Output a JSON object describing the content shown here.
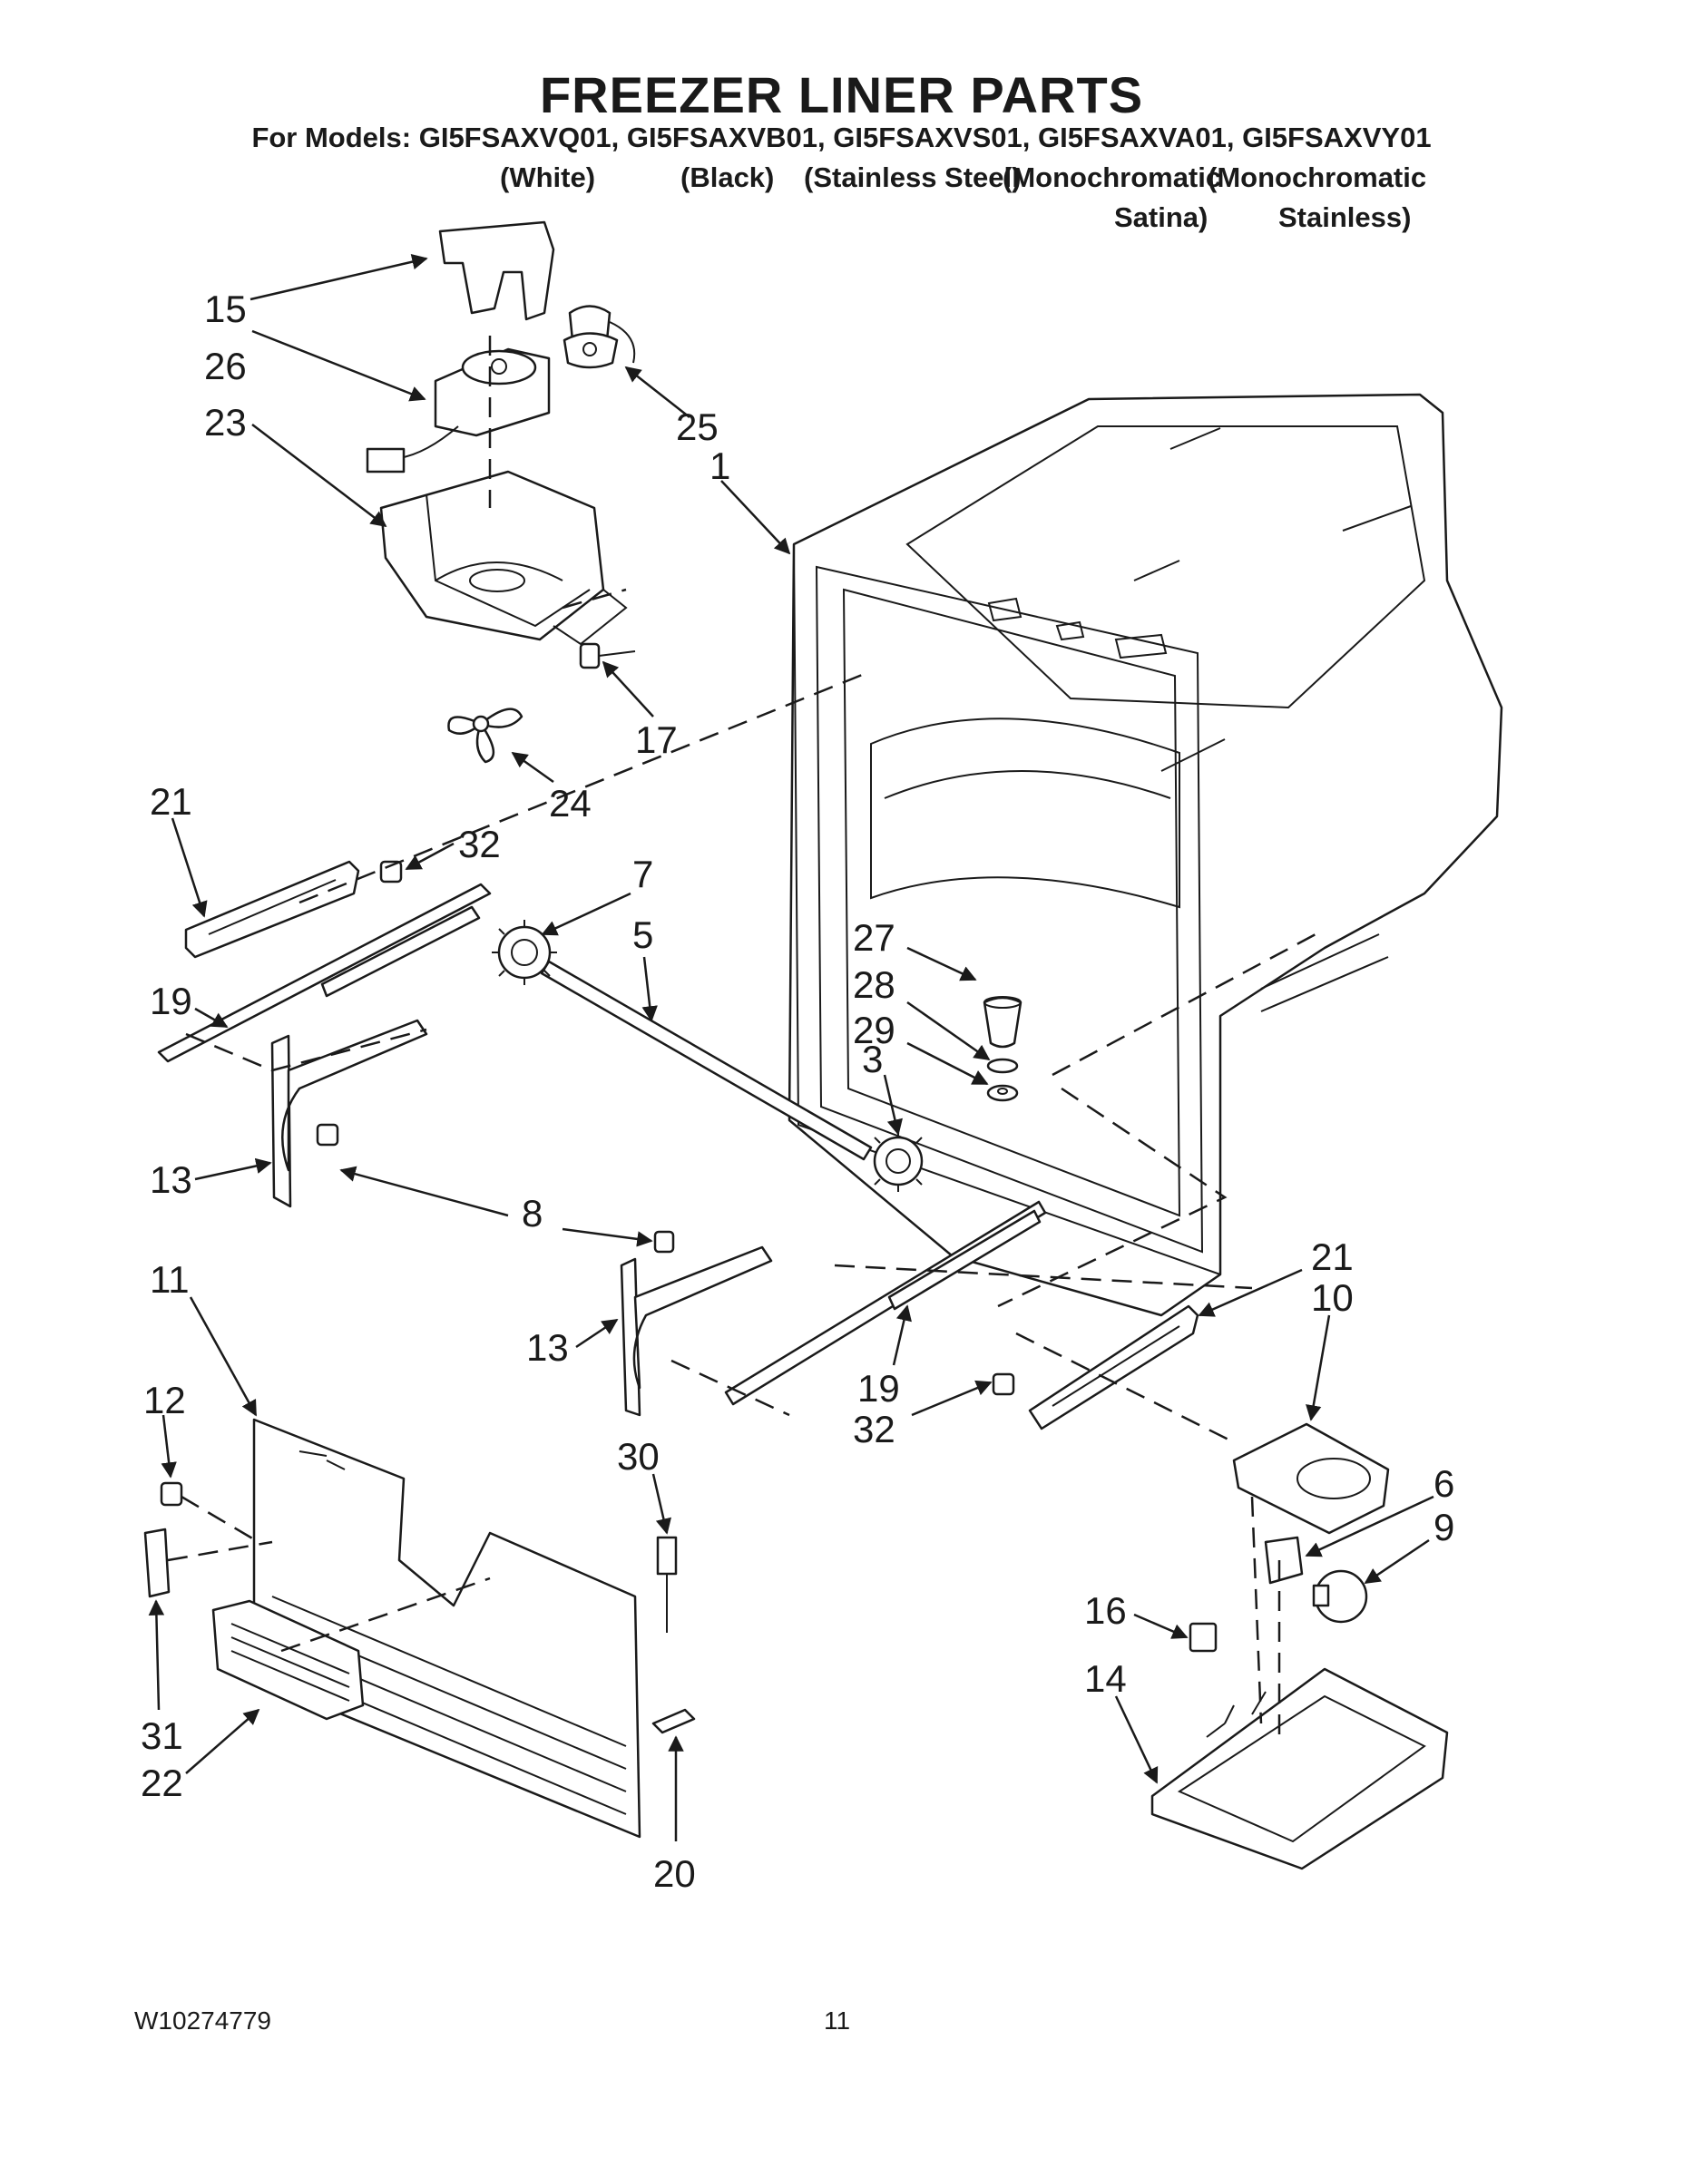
{
  "header": {
    "title": "FREEZER LINER PARTS",
    "models_line": "For Models: GI5FSAXVQ01, GI5FSAXVB01, GI5FSAXVS01, GI5FSAXVA01, GI5FSAXVY01",
    "variants": [
      "(White)",
      "(Black)",
      "(Stainless Steel)",
      "(Monochromatic",
      "(Monochromatic"
    ],
    "variants_line2": [
      "Satina)",
      "Stainless)"
    ]
  },
  "callouts": [
    "15",
    "26",
    "25",
    "23",
    "1",
    "17",
    "24",
    "21",
    "32",
    "7",
    "5",
    "27",
    "28",
    "29",
    "3",
    "19",
    "13",
    "8",
    "11",
    "21",
    "10",
    "13",
    "19",
    "32",
    "12",
    "30",
    "6",
    "9",
    "16",
    "14",
    "31",
    "22",
    "20"
  ],
  "footer": {
    "doc_number": "W10274779",
    "page_number": "11"
  }
}
